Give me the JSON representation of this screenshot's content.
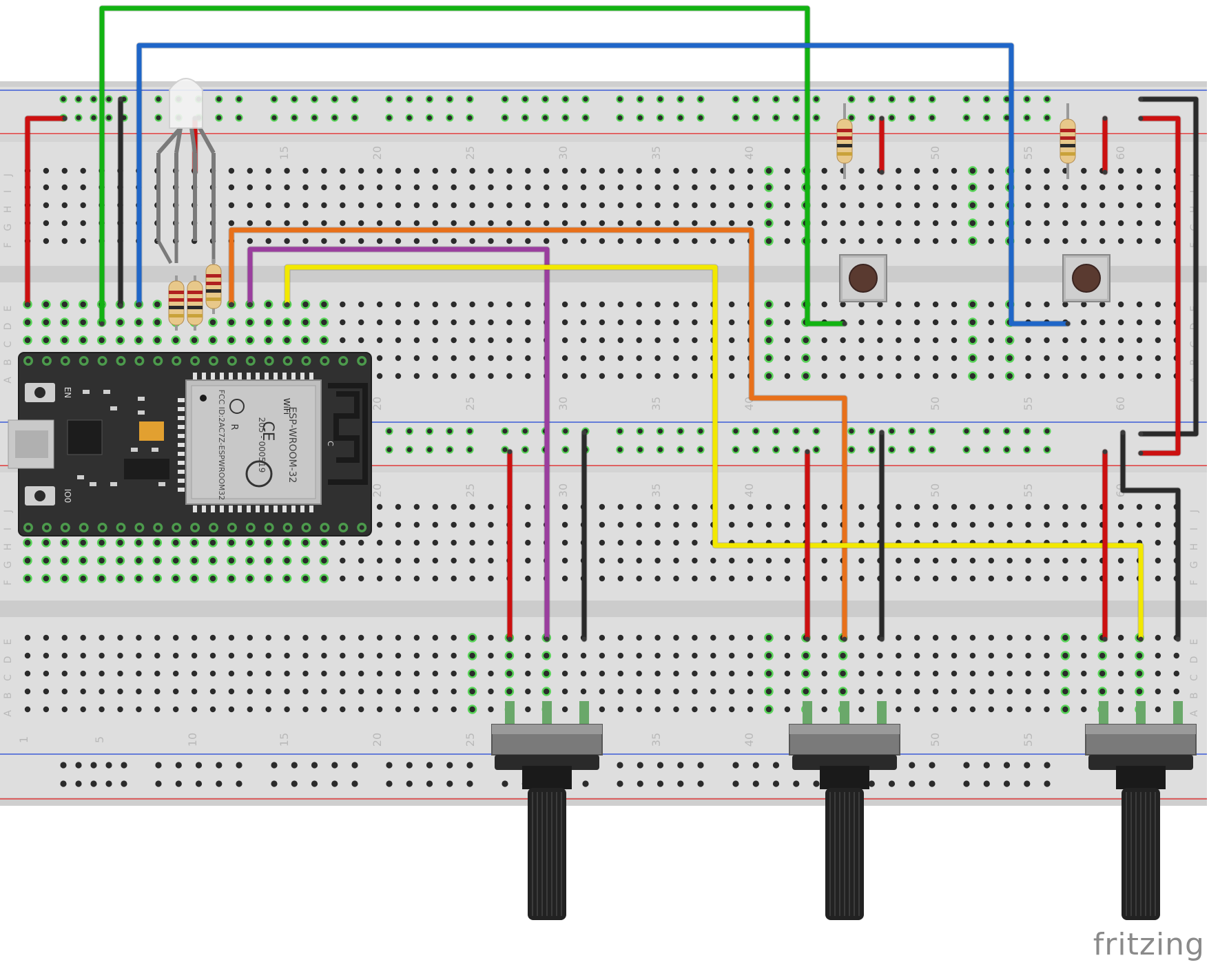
{
  "app": {
    "brand": "fritzing"
  },
  "breadboard": {
    "row_letters_upper": [
      "J",
      "I",
      "H",
      "G",
      "F",
      "E",
      "D",
      "C",
      "B",
      "A"
    ],
    "row_letters_lower": [
      "J",
      "I",
      "H",
      "G",
      "F",
      "E",
      "D",
      "C",
      "B",
      "A"
    ],
    "column_labels": [
      "15",
      "20",
      "25",
      "30",
      "35",
      "40",
      "50",
      "55",
      "60"
    ],
    "bottom_column_labels": [
      "1",
      "5",
      "10",
      "15",
      "20",
      "25",
      "35",
      "40",
      "50",
      "55"
    ]
  },
  "esp32": {
    "module_name": "ESP-WROOM-32",
    "fcc_id": "FCC ID:2AC7Z-ESPWROOM32",
    "cert_number": "205 - 000519",
    "wifi_badge": "WiFi",
    "ce_mark": "CE",
    "r_mark": "R",
    "btn_en_label": "EN",
    "btn_io0_label": "IO0",
    "antenna_label": "C"
  },
  "wire_colors": {
    "red": "#cc1010",
    "black": "#2a2a2a",
    "green": "#12b312",
    "blue": "#1f66c8",
    "orange": "#e8701a",
    "purple": "#9a3e9e",
    "yellow": "#f2e800",
    "led_leg": "#7a7a7a"
  },
  "components": [
    {
      "kind": "rgb-led",
      "count": 1
    },
    {
      "kind": "resistor",
      "count": 5
    },
    {
      "kind": "push-button",
      "count": 2
    },
    {
      "kind": "potentiometer",
      "count": 3
    },
    {
      "kind": "esp32-devkit",
      "count": 1
    }
  ]
}
